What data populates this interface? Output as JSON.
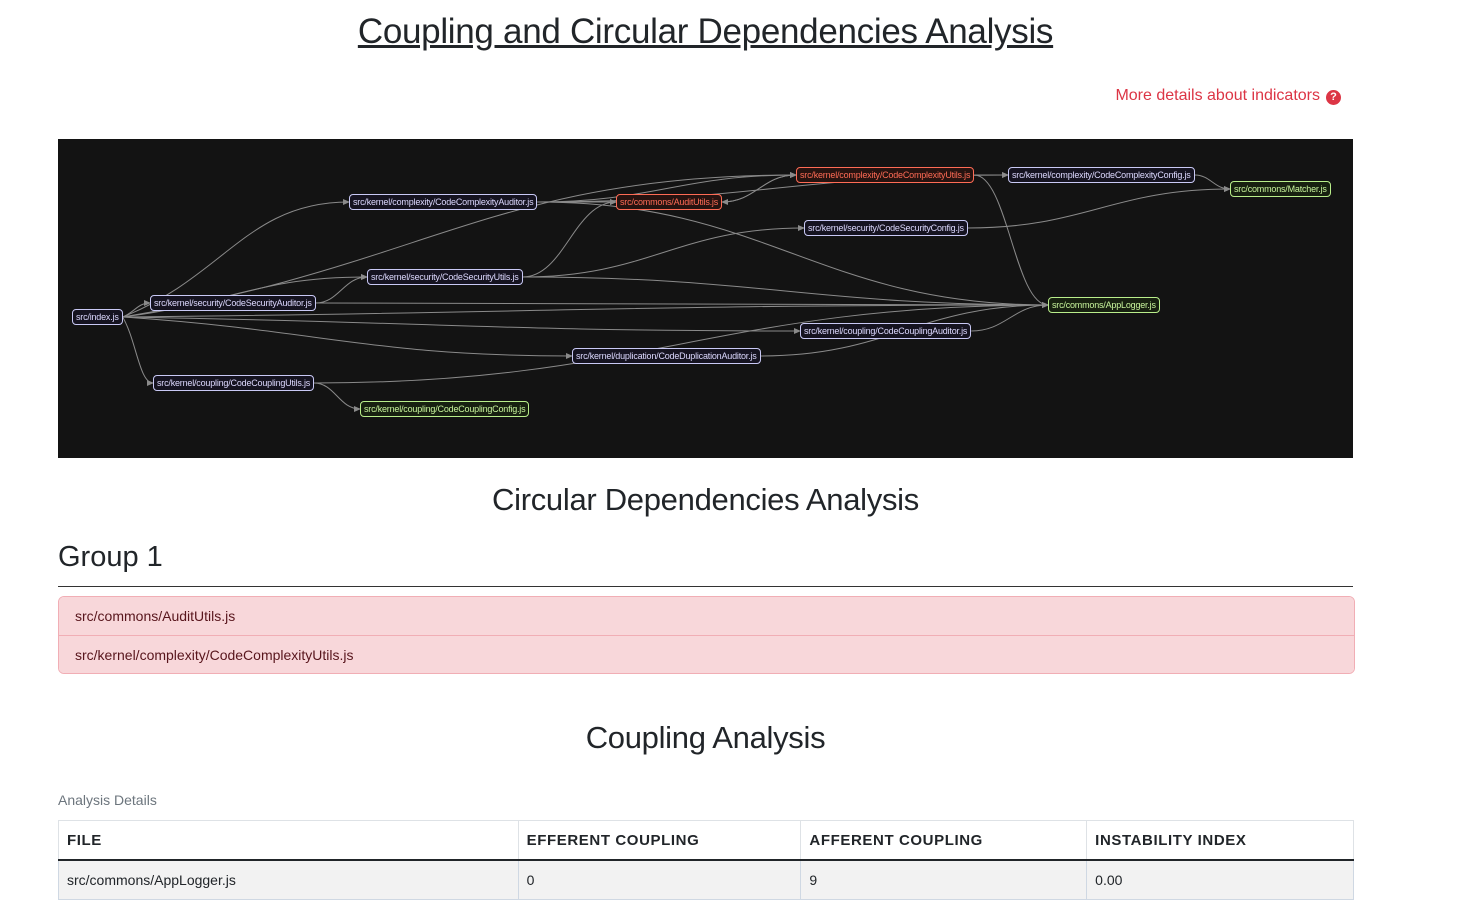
{
  "page": {
    "title": "Coupling and Circular Dependencies Analysis",
    "details_link": "More details about indicators",
    "help_icon_glyph": "?"
  },
  "graph": {
    "nodes": [
      {
        "id": "index",
        "label": "src/index.js",
        "status": "normal"
      },
      {
        "id": "complexity_auditor",
        "label": "src/kernel/complexity/CodeComplexityAuditor.js",
        "status": "normal"
      },
      {
        "id": "audit_utils",
        "label": "src/commons/AuditUtils.js",
        "status": "circular"
      },
      {
        "id": "complexity_utils",
        "label": "src/kernel/complexity/CodeComplexityUtils.js",
        "status": "circular"
      },
      {
        "id": "complexity_config",
        "label": "src/kernel/complexity/CodeComplexityConfig.js",
        "status": "normal"
      },
      {
        "id": "matcher",
        "label": "src/commons/Matcher.js",
        "status": "leaf"
      },
      {
        "id": "security_config",
        "label": "src/kernel/security/CodeSecurityConfig.js",
        "status": "normal"
      },
      {
        "id": "security_utils",
        "label": "src/kernel/security/CodeSecurityUtils.js",
        "status": "normal"
      },
      {
        "id": "security_auditor",
        "label": "src/kernel/security/CodeSecurityAuditor.js",
        "status": "normal"
      },
      {
        "id": "app_logger",
        "label": "src/commons/AppLogger.js",
        "status": "leaf"
      },
      {
        "id": "coupling_auditor",
        "label": "src/kernel/coupling/CodeCouplingAuditor.js",
        "status": "normal"
      },
      {
        "id": "duplication_auditor",
        "label": "src/kernel/duplication/CodeDuplicationAuditor.js",
        "status": "normal"
      },
      {
        "id": "coupling_utils",
        "label": "src/kernel/coupling/CodeCouplingUtils.js",
        "status": "normal"
      },
      {
        "id": "coupling_config",
        "label": "src/kernel/coupling/CodeCouplingConfig.js",
        "status": "leaf"
      }
    ],
    "edges": [
      [
        "index",
        "complexity_auditor"
      ],
      [
        "index",
        "complexity_utils"
      ],
      [
        "index",
        "security_utils"
      ],
      [
        "index",
        "security_auditor"
      ],
      [
        "index",
        "coupling_auditor"
      ],
      [
        "index",
        "duplication_auditor"
      ],
      [
        "index",
        "coupling_utils"
      ],
      [
        "index",
        "app_logger"
      ],
      [
        "complexity_auditor",
        "audit_utils"
      ],
      [
        "complexity_auditor",
        "complexity_utils"
      ],
      [
        "complexity_auditor",
        "complexity_config"
      ],
      [
        "complexity_auditor",
        "app_logger"
      ],
      [
        "audit_utils",
        "complexity_utils"
      ],
      [
        "complexity_utils",
        "audit_utils"
      ],
      [
        "complexity_utils",
        "complexity_config"
      ],
      [
        "complexity_utils",
        "app_logger"
      ],
      [
        "complexity_config",
        "matcher"
      ],
      [
        "security_auditor",
        "security_utils"
      ],
      [
        "security_auditor",
        "app_logger"
      ],
      [
        "security_utils",
        "audit_utils"
      ],
      [
        "security_utils",
        "security_config"
      ],
      [
        "security_utils",
        "app_logger"
      ],
      [
        "security_config",
        "matcher"
      ],
      [
        "coupling_auditor",
        "app_logger"
      ],
      [
        "duplication_auditor",
        "app_logger"
      ],
      [
        "coupling_utils",
        "coupling_config"
      ],
      [
        "coupling_utils",
        "app_logger"
      ]
    ],
    "colors": {
      "background": "#131313",
      "edge": "#8a8a8a",
      "circular": "#ff6b55",
      "leaf": "#b9ee8b",
      "normal": "#c9c9f5"
    }
  },
  "circular": {
    "title": "Circular Dependencies Analysis",
    "groups": [
      {
        "title": "Group 1",
        "files": [
          "src/commons/AuditUtils.js",
          "src/kernel/complexity/CodeComplexityUtils.js"
        ]
      }
    ]
  },
  "coupling": {
    "title": "Coupling Analysis",
    "caption": "Analysis Details",
    "columns": [
      "File",
      "Efferent Coupling",
      "Afferent Coupling",
      "Instability Index"
    ],
    "rows": [
      [
        "src/commons/AppLogger.js",
        "0",
        "9",
        "0.00"
      ]
    ]
  }
}
